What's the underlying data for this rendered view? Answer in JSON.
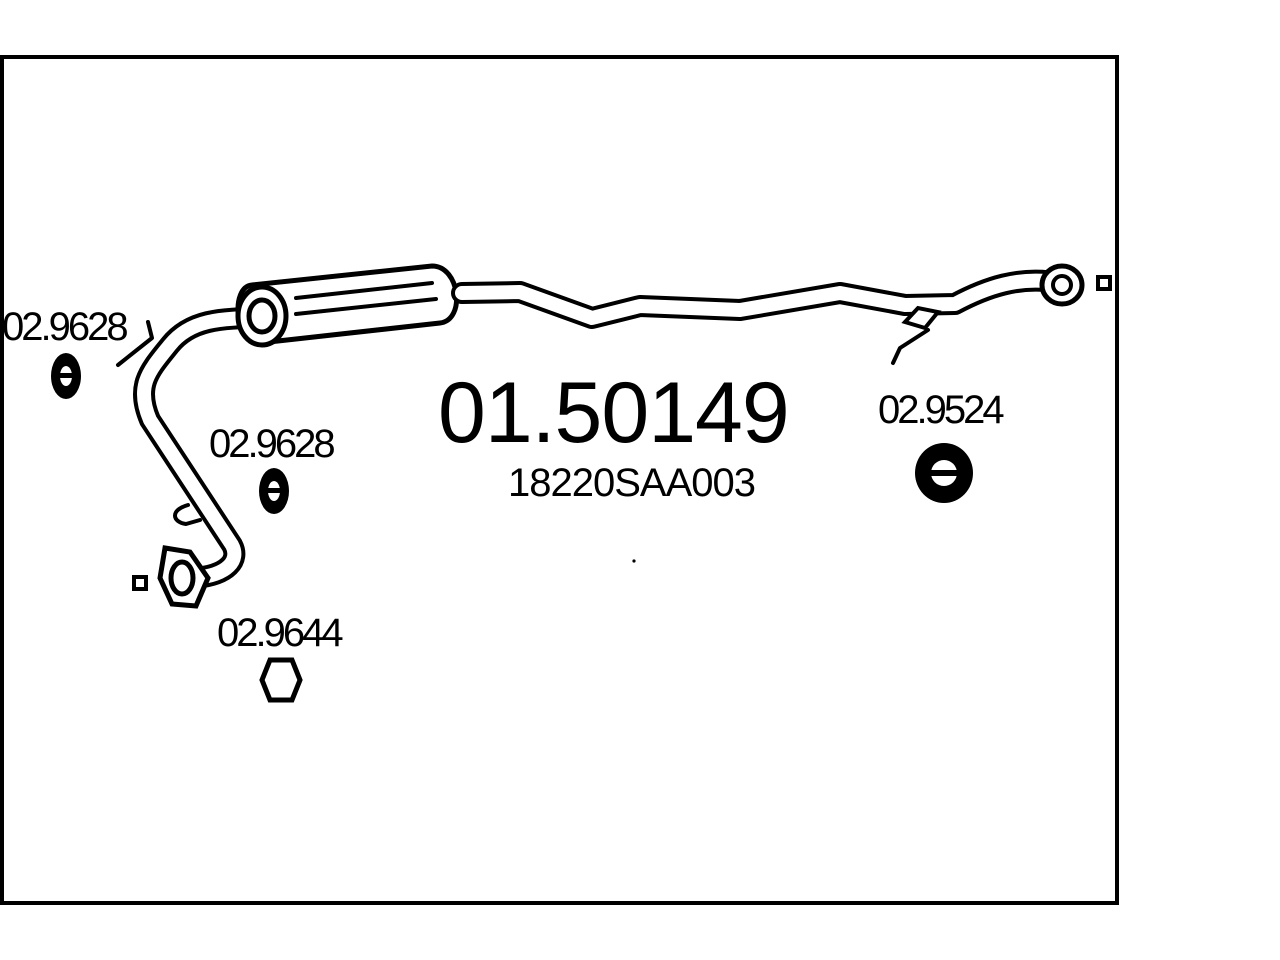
{
  "diagram": {
    "main_part_number": "01.50149",
    "oem_number": "18220SAA003",
    "parts": [
      {
        "label": "02.9628",
        "component": "rubber-mount"
      },
      {
        "label": "02.9628",
        "component": "rubber-mount"
      },
      {
        "label": "02.9524",
        "component": "rubber-mount"
      },
      {
        "label": "02.9644",
        "component": "gasket"
      }
    ],
    "colors": {
      "line": "#000000",
      "background": "#ffffff"
    }
  }
}
